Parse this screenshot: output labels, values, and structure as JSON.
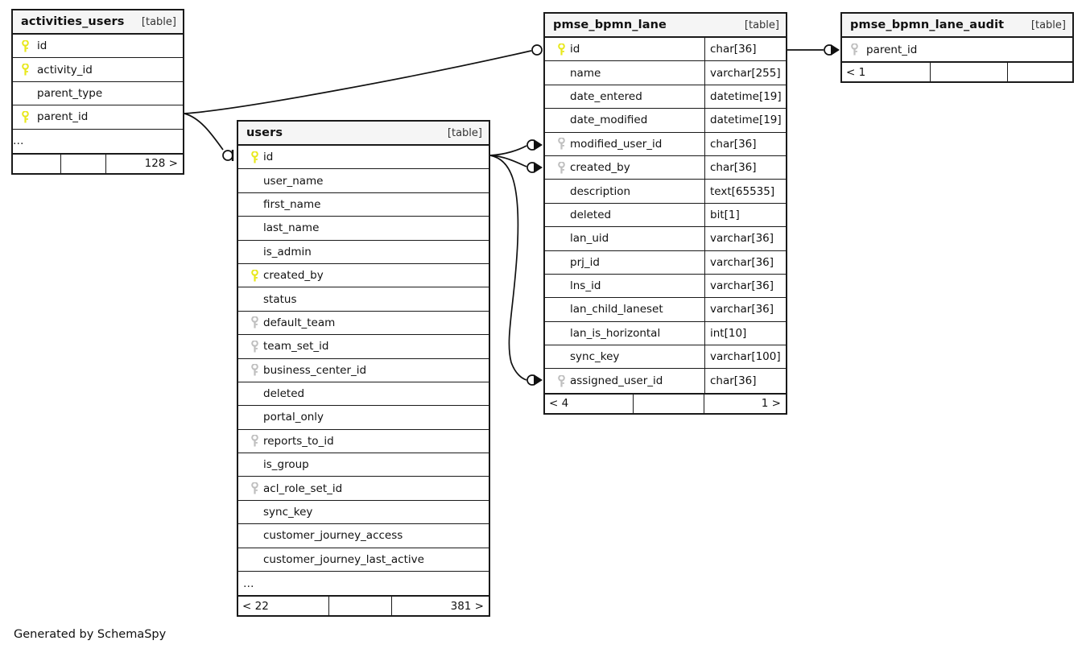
{
  "diagram": {
    "footer_caption": "Generated by SchemaSpy",
    "table_tag": "[table]",
    "ellipsis": "…",
    "key_colors": {
      "primary_key": "#e8e81c",
      "index_key": "#bfbfbf",
      "border": "#1a1a1a",
      "header_bg": "#f5f5f5",
      "background": "#ffffff"
    }
  },
  "tables": {
    "activities_users": {
      "name": "activities_users",
      "tag": "[table]",
      "columns": [
        {
          "name": "id",
          "key": "primary",
          "type": ""
        },
        {
          "name": "activity_id",
          "key": "primary",
          "type": ""
        },
        {
          "name": "parent_type",
          "key": "none",
          "type": ""
        },
        {
          "name": "parent_id",
          "key": "primary",
          "type": ""
        }
      ],
      "more_row": "…",
      "footer": {
        "left": "",
        "middle": "",
        "right": "128 >"
      }
    },
    "users": {
      "name": "users",
      "tag": "[table]",
      "columns": [
        {
          "name": "id",
          "key": "primary",
          "type": ""
        },
        {
          "name": "user_name",
          "key": "none",
          "type": ""
        },
        {
          "name": "first_name",
          "key": "none",
          "type": ""
        },
        {
          "name": "last_name",
          "key": "none",
          "type": ""
        },
        {
          "name": "is_admin",
          "key": "none",
          "type": ""
        },
        {
          "name": "created_by",
          "key": "primary",
          "type": ""
        },
        {
          "name": "status",
          "key": "none",
          "type": ""
        },
        {
          "name": "default_team",
          "key": "index",
          "type": ""
        },
        {
          "name": "team_set_id",
          "key": "index",
          "type": ""
        },
        {
          "name": "business_center_id",
          "key": "index",
          "type": ""
        },
        {
          "name": "deleted",
          "key": "none",
          "type": ""
        },
        {
          "name": "portal_only",
          "key": "none",
          "type": ""
        },
        {
          "name": "reports_to_id",
          "key": "index",
          "type": ""
        },
        {
          "name": "is_group",
          "key": "none",
          "type": ""
        },
        {
          "name": "acl_role_set_id",
          "key": "index",
          "type": ""
        },
        {
          "name": "sync_key",
          "key": "none",
          "type": ""
        },
        {
          "name": "customer_journey_access",
          "key": "none",
          "type": ""
        },
        {
          "name": "customer_journey_last_active",
          "key": "none",
          "type": ""
        }
      ],
      "more_row": "…",
      "footer": {
        "left": "< 22",
        "middle": "",
        "right": "381 >"
      }
    },
    "pmse_bpmn_lane": {
      "name": "pmse_bpmn_lane",
      "tag": "[table]",
      "columns": [
        {
          "name": "id",
          "key": "primary",
          "type": "char[36]"
        },
        {
          "name": "name",
          "key": "none",
          "type": "varchar[255]"
        },
        {
          "name": "date_entered",
          "key": "none",
          "type": "datetime[19]"
        },
        {
          "name": "date_modified",
          "key": "none",
          "type": "datetime[19]"
        },
        {
          "name": "modified_user_id",
          "key": "index",
          "type": "char[36]"
        },
        {
          "name": "created_by",
          "key": "index",
          "type": "char[36]"
        },
        {
          "name": "description",
          "key": "none",
          "type": "text[65535]"
        },
        {
          "name": "deleted",
          "key": "none",
          "type": "bit[1]"
        },
        {
          "name": "lan_uid",
          "key": "none",
          "type": "varchar[36]"
        },
        {
          "name": "prj_id",
          "key": "none",
          "type": "varchar[36]"
        },
        {
          "name": "lns_id",
          "key": "none",
          "type": "varchar[36]"
        },
        {
          "name": "lan_child_laneset",
          "key": "none",
          "type": "varchar[36]"
        },
        {
          "name": "lan_is_horizontal",
          "key": "none",
          "type": "int[10]"
        },
        {
          "name": "sync_key",
          "key": "none",
          "type": "varchar[100]"
        },
        {
          "name": "assigned_user_id",
          "key": "index",
          "type": "char[36]"
        }
      ],
      "more_row": null,
      "footer": {
        "left": "< 4",
        "middle": "",
        "right": "1 >"
      }
    },
    "pmse_bpmn_lane_audit": {
      "name": "pmse_bpmn_lane_audit",
      "tag": "[table]",
      "columns": [
        {
          "name": "parent_id",
          "key": "index",
          "type": ""
        }
      ],
      "more_row": null,
      "footer": {
        "left": "< 1",
        "middle": "",
        "right": ""
      }
    }
  },
  "relationships": [
    {
      "from_table": "activities_users",
      "from_column": "parent_id",
      "to_table": "pmse_bpmn_lane",
      "to_column": "id",
      "from_end": "line",
      "to_end": "zero-or-one"
    },
    {
      "from_table": "activities_users",
      "from_column": "parent_id",
      "to_table": "users",
      "to_column": "id",
      "from_end": "line",
      "to_end": "zero-or-one"
    },
    {
      "from_table": "users",
      "from_column": "id",
      "to_table": "pmse_bpmn_lane",
      "to_column": "modified_user_id",
      "from_end": "line",
      "to_end": "zero-or-many"
    },
    {
      "from_table": "users",
      "from_column": "id",
      "to_table": "pmse_bpmn_lane",
      "to_column": "created_by",
      "from_end": "line",
      "to_end": "zero-or-many"
    },
    {
      "from_table": "users",
      "from_column": "id",
      "to_table": "pmse_bpmn_lane",
      "to_column": "assigned_user_id",
      "from_end": "line",
      "to_end": "zero-or-many"
    },
    {
      "from_table": "pmse_bpmn_lane",
      "from_column": "id",
      "to_table": "pmse_bpmn_lane_audit",
      "to_column": "parent_id",
      "from_end": "line",
      "to_end": "zero-or-many"
    }
  ]
}
